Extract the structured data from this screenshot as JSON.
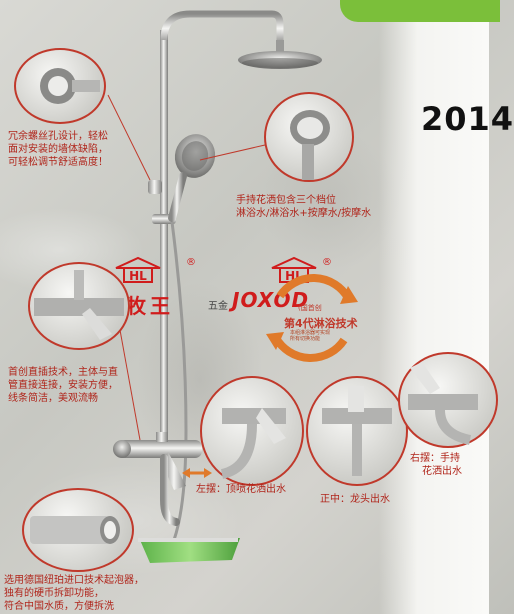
{
  "banner": {
    "color": "#7bbf3a"
  },
  "year_text": "2014",
  "brand": {
    "cn_name": "九牧王",
    "sub_label": "五金",
    "en_name": "JOXOD",
    "logo_mark": "HL-logo",
    "registered": "®"
  },
  "badge": {
    "tag": "(国首创",
    "generation": "第4代淋浴技术",
    "note_line1": "本组淋浴器可实现",
    "note_line2": "所有切换功能"
  },
  "features": {
    "wall_mount": {
      "icon": "wall-connector-photo",
      "lines": [
        "冗余螺丝孔设计，轻松",
        "面对安装的墙体缺陷，",
        "可轻松调节舒适高度！"
      ]
    },
    "hand_shower": {
      "icon": "hand-shower-photo",
      "lines": [
        "手持花洒包含三个档位",
        "淋浴水/淋浴水+按摩水/按摩水"
      ]
    },
    "direct_plug": {
      "icon": "mixer-valve-photo",
      "lines": [
        "首创直插技术，主体与直",
        "管直接连接，安装方便，",
        "线条简洁，美观流畅"
      ]
    },
    "left_position": {
      "icon": "handle-left-photo",
      "label": "左摆：顶喷花洒出水"
    },
    "center_position": {
      "icon": "handle-center-photo",
      "label": "正中：龙头出水"
    },
    "right_position": {
      "icon": "handle-right-photo",
      "lines": [
        "右摆：手持",
        "花洒出水"
      ]
    },
    "aerator": {
      "icon": "aerator-photo",
      "lines": [
        "选用德国纽珀进口技术起泡器，",
        "独有的硬币拆卸功能，",
        "符合中国水质，方便拆洗"
      ]
    }
  },
  "colors": {
    "accent_red": "#c0392b",
    "brand_red": "#d01c1c",
    "chrome": "#c9c9c4"
  }
}
